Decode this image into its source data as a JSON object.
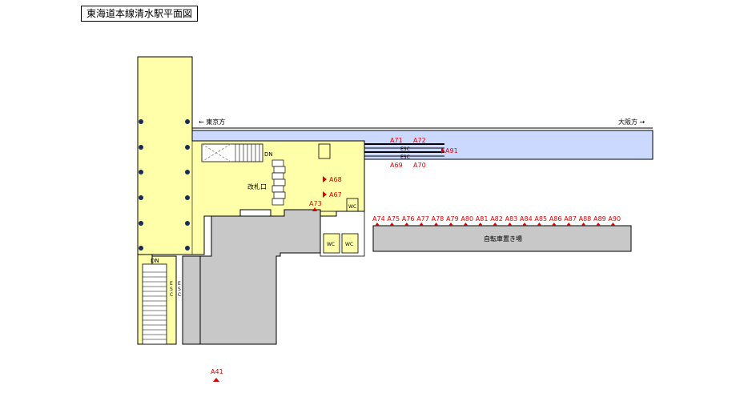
{
  "title": "東海道本線清水駅平面図",
  "directions": {
    "tokyo": "← 東京方",
    "osaka": "大阪方 →"
  },
  "labels": {
    "gate": "改札口",
    "dn_stair_top": "DN",
    "dn_stair_left": "DN",
    "esc": "ESC",
    "esc_vertical": "ESC",
    "wc": "WC",
    "bicycle_parking": "自転車置き場"
  },
  "exits": {
    "platform": [
      "A71",
      "A72",
      "A69",
      "A70",
      "A91"
    ],
    "concourse": [
      "A68",
      "A67",
      "A73"
    ],
    "parking": [
      "A74",
      "A75",
      "A76",
      "A77",
      "A78",
      "A79",
      "A80",
      "A81",
      "A82",
      "A83",
      "A84",
      "A85",
      "A86",
      "A87",
      "A88",
      "A89",
      "A90"
    ],
    "bottom": "A41"
  },
  "colors": {
    "concourse": "#ffffaa",
    "platform": "#ccd9ff",
    "building": "#c8c8c8",
    "exit_marker": "#dd0000",
    "pillar": "#1a2a5a"
  }
}
